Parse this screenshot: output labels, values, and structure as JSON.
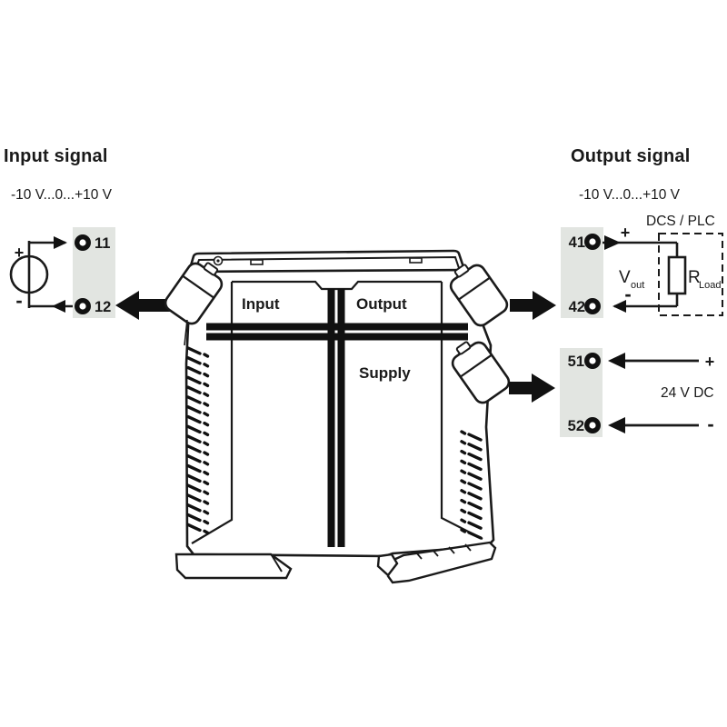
{
  "diagram": {
    "input": {
      "title": "Input signal",
      "range": "-10 V...0...+10 V",
      "terminal_top": "11",
      "terminal_bottom": "12",
      "source_plus": "+",
      "source_minus": "-"
    },
    "module": {
      "input_label": "Input",
      "output_label": "Output",
      "supply_label": "Supply"
    },
    "output": {
      "title": "Output signal",
      "range": "-10 V...0...+10 V",
      "system": "DCS / PLC",
      "terminal_top": "41",
      "terminal_bottom": "42",
      "wire_plus": "+",
      "wire_minus": "-",
      "vout_symbol": "V",
      "vout_sub": "out",
      "rload_symbol": "R",
      "rload_sub": "Load"
    },
    "supply": {
      "terminal_top": "51",
      "terminal_bottom": "52",
      "plus": "+",
      "minus": "-",
      "voltage": "24 V DC"
    },
    "colors": {
      "line": "#1a1a1a",
      "fill_black": "#111111",
      "terminal_block": "#e2e5e1"
    }
  }
}
